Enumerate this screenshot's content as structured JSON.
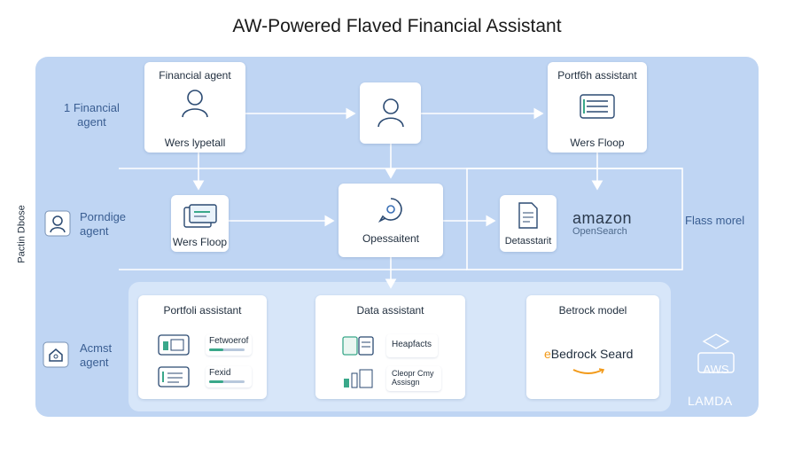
{
  "title": "AW-Powered Flaved Financial Assistant",
  "vertical_label": "Pactin Dbose",
  "side_labels": {
    "financial": "1 Financial\nagent",
    "porndige": "Porndige\nagent",
    "acmst": "Acmst\nagent",
    "flass": "Flass morel"
  },
  "nodes": {
    "financial_agent": {
      "top": "Financial agent",
      "bottom": "Wers lypetall"
    },
    "user_mid": {
      "top": ""
    },
    "portfolio_top": {
      "top": "Portf6h assistant",
      "bottom": "Wers Floop"
    },
    "wers_floop": {
      "label": "Wers Floop"
    },
    "opessistant": {
      "label": "Opessaitent"
    },
    "datasstant": {
      "label": "Detasstarit"
    },
    "amazon": {
      "brand": "amazon",
      "sub": "OpenSearch"
    }
  },
  "bottom": {
    "portfoli": {
      "title": "Portfoli assistant",
      "item1": "Fetwoerof",
      "item2": "Fexid"
    },
    "data": {
      "title": "Data assistant",
      "item1": "Heapfacts",
      "item2": "Cleopr Cmy\nAssisgn"
    },
    "bedrock": {
      "title": "Betrock model",
      "brand": "Bedrock Seard",
      "prefix": "e"
    }
  },
  "aws": {
    "badge": "AWS",
    "label": "LAMDA"
  },
  "colors": {
    "panel": "#bfd5f3",
    "inner": "#d7e6f9",
    "line": "#ffffff",
    "accent": "#3a6fb5",
    "green": "#3aa88a",
    "amazon_orange": "#f29a1a"
  }
}
